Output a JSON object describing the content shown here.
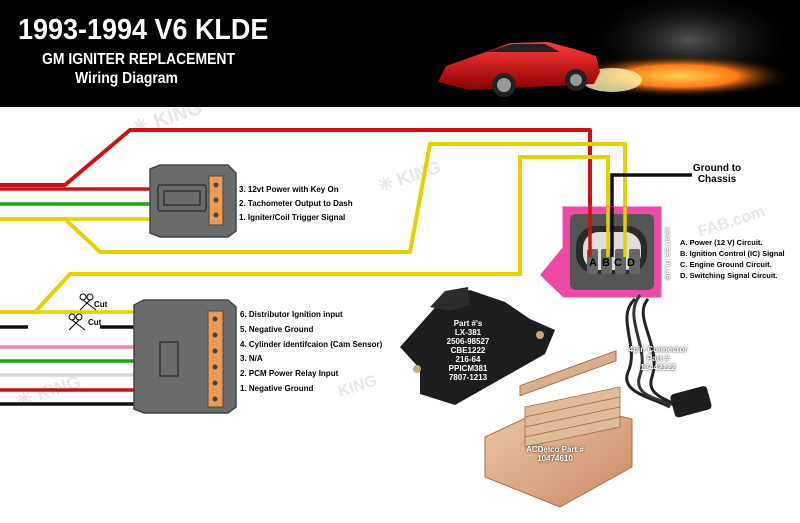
{
  "header": {
    "title": "1993-1994  V6 KLDE",
    "subtitle": "GM IGNITER  REPLACEMENT",
    "subtitle2": "Wiring  Diagram"
  },
  "connector_top": {
    "pins": [
      "3.  12vt Power with Key On",
      "2.  Tachometer Output to Dash",
      "1.  Igniter/Coil Trigger Signal"
    ]
  },
  "connector_bottom": {
    "pins": [
      "6.  Distributor Ignition input",
      "5.  Negative Ground",
      "4.  Cylinder identifcaion (Cam Sensor)",
      "3.   N/A",
      "2.  PCM Power Relay Input",
      "1.  Negative Ground"
    ]
  },
  "cut_labels": [
    "Cut",
    "Cut"
  ],
  "ground": {
    "line1": "Ground to",
    "line2": "Chassis"
  },
  "igniter_plug": {
    "side_label": "IGNITER PLUG",
    "pins": [
      "A",
      "B",
      "C",
      "D"
    ],
    "legend": [
      "A. Power (12 V) Circuit.",
      "B. Ignition Control (IC) Signal",
      "C. Engine Ground Circuit.",
      "D. Switching Signal Circuit."
    ]
  },
  "module": {
    "lines": [
      "Part #'s",
      "LX-381",
      "2506-98527",
      "CBE1222",
      "216-64",
      "PPICM381",
      "7807-1213"
    ]
  },
  "pigtail": {
    "lines": [
      "4pin Connector",
      "Part #",
      "13442122"
    ]
  },
  "acdelco": {
    "lines": [
      "ACDelco Part #",
      "10474610"
    ]
  },
  "watermark": "KING FAB .com",
  "colors": {
    "red_wire": "#cc1111",
    "yellow_wire": "#e6d000",
    "green_wire": "#1aa51a",
    "black_wire": "#111111",
    "pink_wire": "#ef86b3",
    "white_wire": "#d8d8d8",
    "plug_highlight": "#ec4aa6",
    "pin_orange": "#ee9a57",
    "connector_gray": "#6b6b6b"
  }
}
